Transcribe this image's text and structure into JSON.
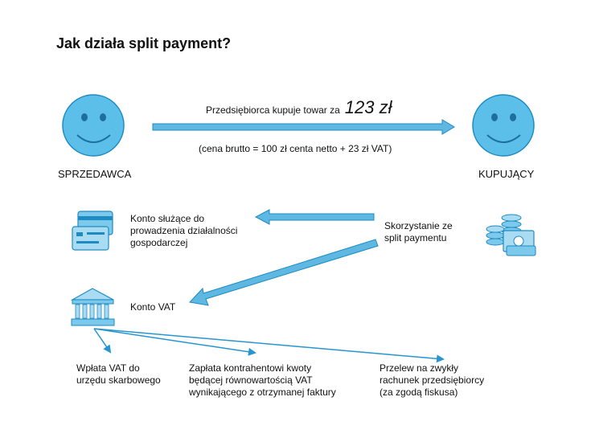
{
  "title": "Jak działa split payment?",
  "top_flow": {
    "label_prefix": "Przedsiębiorca kupuje towar za",
    "price": "123 zł",
    "breakdown": "(cena brutto = 100 zł centa netto + 23 zł VAT)"
  },
  "seller_label": "SPRZEDAWCA",
  "buyer_label": "KUPUJĄCY",
  "account_business": [
    "Konto służące do",
    "prowadzenia działalności",
    "gospodarczej"
  ],
  "split_label": [
    "Skorzystanie ze",
    "split paymentu"
  ],
  "vat_account": "Konto VAT",
  "outcomes": {
    "tax_office": [
      "Wpłata VAT do",
      "urzędu skarbowego"
    ],
    "contractor": [
      "Zapłata kontrahentowi kwoty",
      "będącej równowartością VAT",
      "wynikającego z otrzymanej faktury"
    ],
    "transfer": [
      "Przelew na zwykły",
      "rachunek przedsiębiorcy",
      "(za zgodą fiskusa)"
    ]
  },
  "icons": {
    "smiley": "smiley-icon",
    "cards": "credit-cards-icon",
    "money": "coins-banknote-icon",
    "bank": "bank-icon"
  },
  "colors": {
    "accent": "#5bbfe9",
    "stroke": "#1e8bc3",
    "arrow_fill": "#5fb8e2"
  }
}
